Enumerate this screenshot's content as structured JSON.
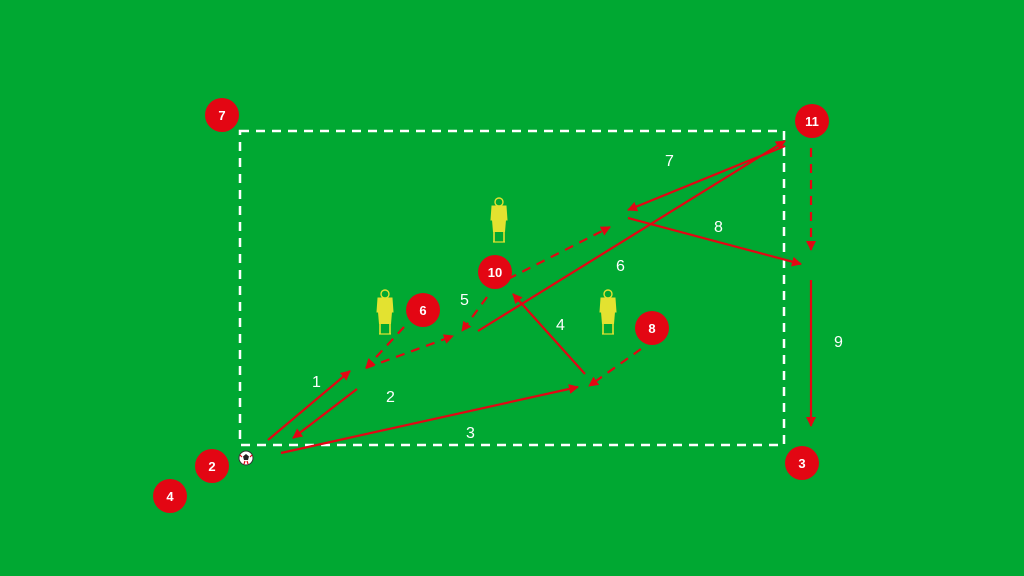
{
  "colors": {
    "pitch": "#00a832",
    "player": "#e30613",
    "arrow": "#e30613",
    "mannequin": "#e3e230",
    "boundary": "#ffffff"
  },
  "players": [
    {
      "id": "p7",
      "label": "7"
    },
    {
      "id": "p11",
      "label": "11"
    },
    {
      "id": "p10",
      "label": "10"
    },
    {
      "id": "p6",
      "label": "6"
    },
    {
      "id": "p8",
      "label": "8"
    },
    {
      "id": "p2",
      "label": "2"
    },
    {
      "id": "p4",
      "label": "4"
    },
    {
      "id": "p3",
      "label": "3"
    }
  ],
  "step_labels": [
    {
      "id": "s1",
      "text": "1"
    },
    {
      "id": "s2",
      "text": "2"
    },
    {
      "id": "s3",
      "text": "3"
    },
    {
      "id": "s4",
      "text": "4"
    },
    {
      "id": "s5",
      "text": "5"
    },
    {
      "id": "s6",
      "text": "6"
    },
    {
      "id": "s7",
      "text": "7"
    },
    {
      "id": "s8",
      "text": "8"
    },
    {
      "id": "s9",
      "text": "9"
    }
  ],
  "mannequin_icons": [
    "mannequin-icon",
    "mannequin-icon",
    "mannequin-icon"
  ],
  "ball_icon": "soccer-ball-icon"
}
